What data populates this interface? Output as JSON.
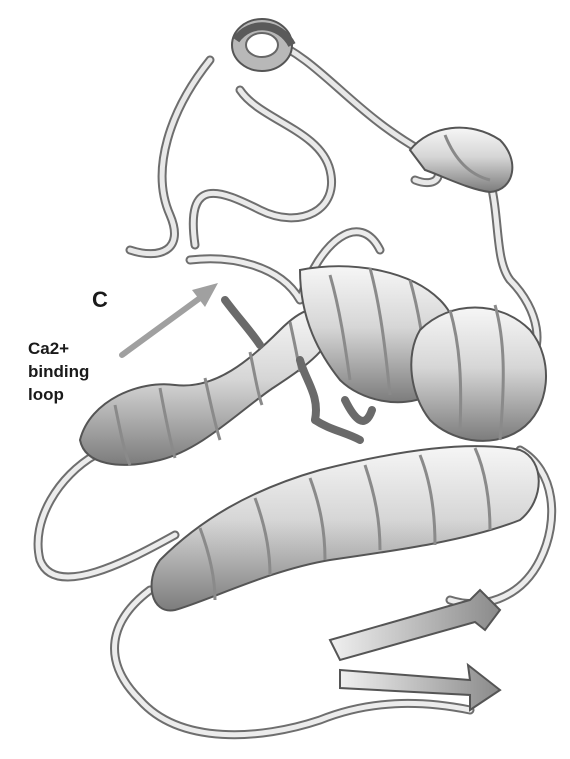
{
  "figure": {
    "panel_label": "C",
    "annotation_lines": [
      "Ca2+",
      "binding",
      "loop"
    ],
    "arrow_color": "#a0a0a0",
    "ribbon_light": "#f2f2f2",
    "ribbon_mid": "#c4c4c4",
    "ribbon_dark": "#7a7a7a"
  }
}
